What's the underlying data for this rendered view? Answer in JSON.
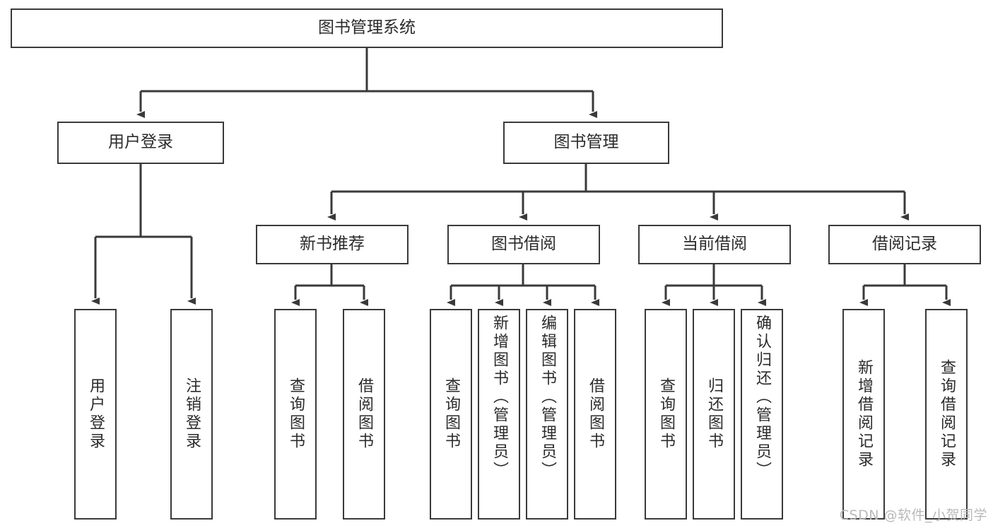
{
  "diagram": {
    "type": "tree-hierarchy",
    "title": "图书管理系统",
    "watermark": "CSDN @软件_小贺同学",
    "colors": {
      "background": "#ffffff",
      "box_fill": "#ffffff",
      "box_stroke": "#3a3a3a",
      "connector": "#3a3a3a",
      "text": "#2b2b2b",
      "watermark": "#b9b9b9"
    },
    "nodes": {
      "root": {
        "label": "图书管理系统"
      },
      "level2": [
        {
          "id": "user-login",
          "label": "用户登录"
        },
        {
          "id": "book-manage",
          "label": "图书管理"
        }
      ],
      "level3": [
        {
          "id": "new-book-rec",
          "label": "新书推荐"
        },
        {
          "id": "book-borrow",
          "label": "图书借阅"
        },
        {
          "id": "current-borrow",
          "label": "当前借阅"
        },
        {
          "id": "borrow-record",
          "label": "借阅记录"
        }
      ],
      "leaves": {
        "user_login": [
          {
            "id": "leaf-user-login",
            "label": "用户登录"
          },
          {
            "id": "leaf-logout",
            "label": "注销登录"
          }
        ],
        "new_book_rec": [
          {
            "id": "leaf-query-book-1",
            "label": "查询图书"
          },
          {
            "id": "leaf-borrow-book-1",
            "label": "借阅图书"
          }
        ],
        "book_borrow": [
          {
            "id": "leaf-query-book-2",
            "label": "查询图书"
          },
          {
            "id": "leaf-add-book",
            "label": "新增图书（管理员）"
          },
          {
            "id": "leaf-edit-book",
            "label": "编辑图书（管理员）"
          },
          {
            "id": "leaf-borrow-book-2",
            "label": "借阅图书"
          }
        ],
        "current_borrow": [
          {
            "id": "leaf-query-book-3",
            "label": "查询图书"
          },
          {
            "id": "leaf-return-book",
            "label": "归还图书"
          },
          {
            "id": "leaf-confirm-return",
            "label": "确认归还（管理员）"
          }
        ],
        "borrow_record": [
          {
            "id": "leaf-add-record",
            "label": "新增借阅记录"
          },
          {
            "id": "leaf-query-record",
            "label": "查询借阅记录"
          }
        ]
      }
    }
  }
}
